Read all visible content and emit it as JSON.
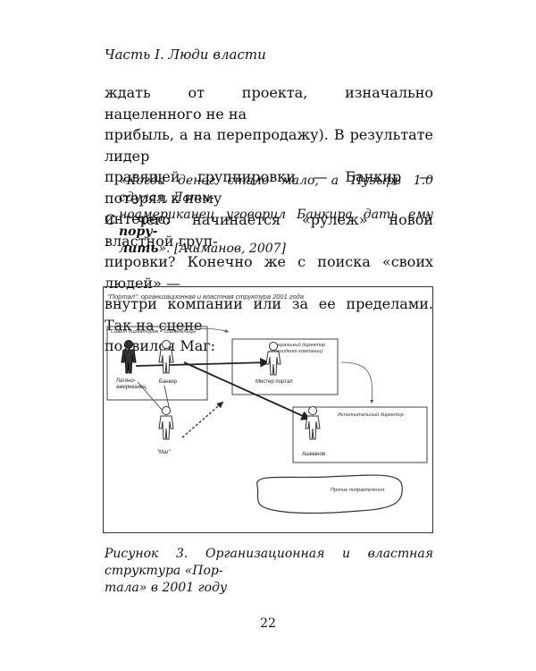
{
  "header": "Часть I. Люди власти",
  "para1": {
    "lines": [
      "ждать от проекта, изначально нацеленного не на",
      "прибыль, а на перепродажу). В результате лидер",
      "правящей группировки — Банкир — потерял к нему",
      "интерес:"
    ]
  },
  "quote": {
    "line1": "«Когда денег стало мало, а Пузырь 1.0 сдулся, Лати-",
    "line2_a": "ноамериканец уговорил Банкира дать ему ",
    "line2_b": "пору-",
    "line3_a": "лить",
    "line3_b": "». [Ашманов, 2007]"
  },
  "para2": {
    "lines": [
      "С чего начинается «рулеж» новой властной груп-",
      "пировки? Конечно же с поиска «своих людей» —",
      "внутри компании или за ее пределами. Так на сцене",
      "появился Маг:"
    ]
  },
  "figure": {
    "title": "\"Портал\": организационная и властная структура 2001 года",
    "board_label": "Совет директоров = совладельцы",
    "general_director": "Генеральный директор",
    "company_president": "(президент компании)",
    "executive_director": "Исполнительный директор",
    "other_units": "Прочие подразделения",
    "persons": {
      "latino_1": "Латино-",
      "latino_2": "американец",
      "banker": "Банкир",
      "mister_portal": "Мистер портал",
      "ashmanov": "Ашманов",
      "mag": "\"Маг\""
    }
  },
  "caption": {
    "line1": "Рисунок 3. Организационная и властная структура «Пор-",
    "line2": "тала» в 2001 году"
  },
  "page_number": "22"
}
